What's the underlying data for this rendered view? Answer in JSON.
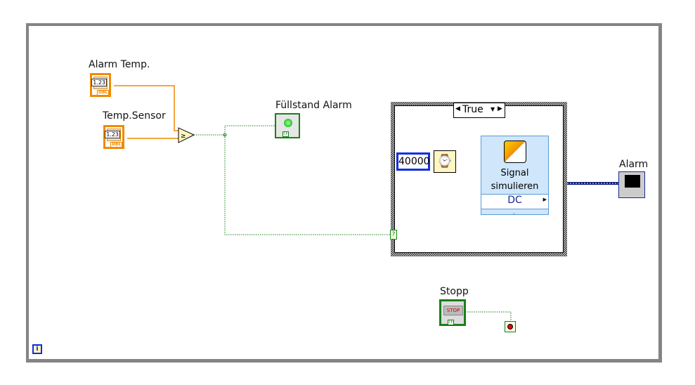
{
  "controls": {
    "alarm_temp": {
      "label": "Alarm Temp.",
      "value": "1.23",
      "type": "DBL"
    },
    "temp_sensor": {
      "label": "Temp.Sensor",
      "value": "1.23",
      "type": "DBL"
    },
    "stop": {
      "label": "Stopp",
      "button": "STOP",
      "type": "TF"
    }
  },
  "indicators": {
    "fill_alarm": {
      "label": "Füllstand Alarm",
      "type": "TF"
    },
    "alarm_graph": {
      "label": "Alarm"
    }
  },
  "case_structure": {
    "selector": "True"
  },
  "wait": {
    "constant": "40000"
  },
  "express_vi": {
    "title": "Signal simulieren",
    "output": "DC"
  },
  "selector_terminal": "?",
  "info": "i",
  "colors": {
    "numeric": "#f08a00",
    "boolean": "#1a7f1a",
    "dynamic": "#0a1a7a",
    "loop_border": "#848484"
  }
}
